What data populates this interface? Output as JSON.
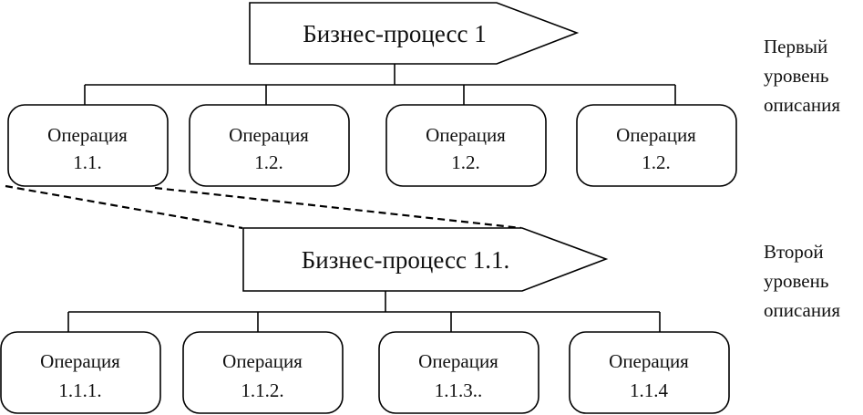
{
  "level1": {
    "process": "Бизнес-процесс 1",
    "operations": [
      {
        "line1": "Операция",
        "line2": "1.1."
      },
      {
        "line1": "Операция",
        "line2": "1.2."
      },
      {
        "line1": "Операция",
        "line2": "1.2."
      },
      {
        "line1": "Операция",
        "line2": "1.2."
      }
    ],
    "label": [
      "Первый",
      "уровень",
      "описания"
    ]
  },
  "level2": {
    "process": "Бизнес-процесс 1.1.",
    "operations": [
      {
        "line1": "Операция",
        "line2": "1.1.1."
      },
      {
        "line1": "Операция",
        "line2": "1.1.2."
      },
      {
        "line1": "Операция",
        "line2": "1.1.3.."
      },
      {
        "line1": "Операция",
        "line2": "1.1.4"
      }
    ],
    "label": [
      "Второй",
      "уровень",
      "описания"
    ]
  }
}
